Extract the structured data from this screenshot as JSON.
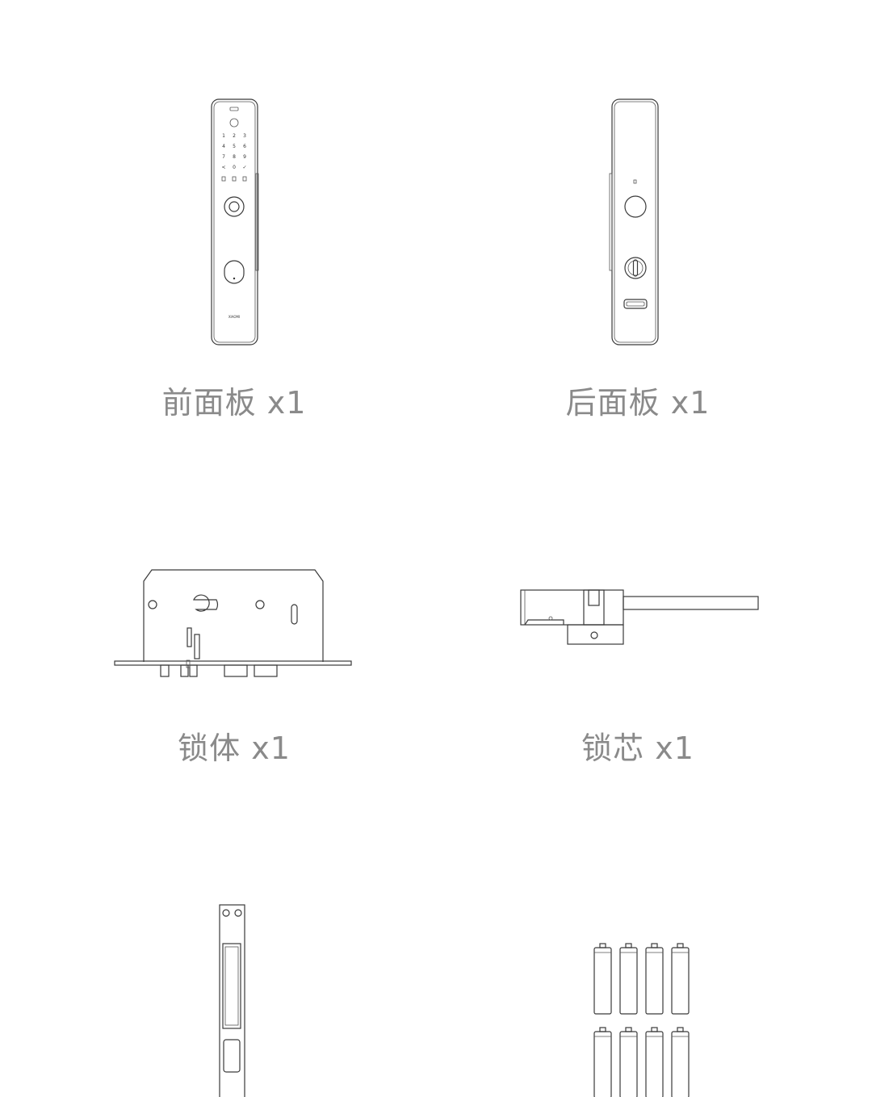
{
  "items": [
    {
      "label": "前面板 x1",
      "icon": "front-panel-icon"
    },
    {
      "label": "后面板 x1",
      "icon": "back-panel-icon"
    },
    {
      "label": "锁体 x1",
      "icon": "lock-body-icon"
    },
    {
      "label": "锁芯 x1",
      "icon": "lock-cylinder-icon"
    },
    {
      "label": "",
      "icon": "strike-plate-icon"
    },
    {
      "label": "",
      "icon": "batteries-icon"
    }
  ],
  "front_panel": {
    "keypad": [
      "1",
      "2",
      "3",
      "4",
      "5",
      "6",
      "7",
      "8",
      "9",
      "<",
      "0",
      "✓"
    ],
    "brand": "XIAOMI"
  },
  "battery_count": 8
}
